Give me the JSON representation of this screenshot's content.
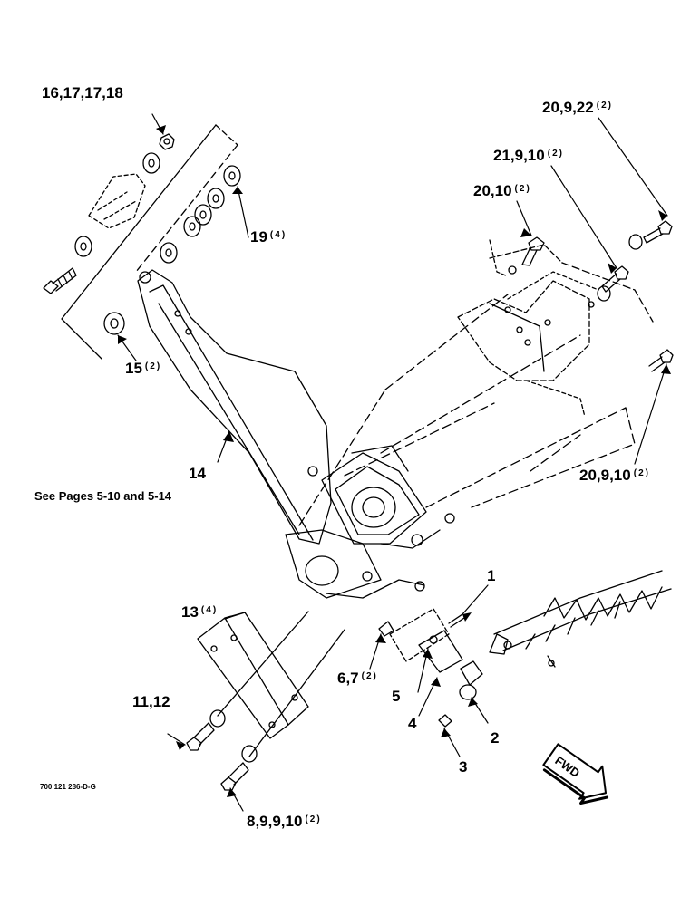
{
  "diagram": {
    "callouts": [
      {
        "id": "c-16",
        "text": "16,17,17,18",
        "qty": ""
      },
      {
        "id": "c-19",
        "text": "19",
        "qty": "(4)"
      },
      {
        "id": "c-15",
        "text": "15",
        "qty": "(2)"
      },
      {
        "id": "c-14",
        "text": "14",
        "qty": ""
      },
      {
        "id": "c-20-9-22",
        "text": "20,9,22",
        "qty": "(2)"
      },
      {
        "id": "c-21-9-10",
        "text": "21,9,10",
        "qty": "(2)"
      },
      {
        "id": "c-20-10",
        "text": "20,10",
        "qty": "(2)"
      },
      {
        "id": "c-20-9-10",
        "text": "20,9,10",
        "qty": "(2)"
      },
      {
        "id": "c-1",
        "text": "1",
        "qty": ""
      },
      {
        "id": "c-13",
        "text": "13",
        "qty": "(4)"
      },
      {
        "id": "c-6-7",
        "text": "6,7",
        "qty": "(2)"
      },
      {
        "id": "c-5",
        "text": "5",
        "qty": ""
      },
      {
        "id": "c-4",
        "text": "4",
        "qty": ""
      },
      {
        "id": "c-2",
        "text": "2",
        "qty": ""
      },
      {
        "id": "c-3",
        "text": "3",
        "qty": ""
      },
      {
        "id": "c-11-12",
        "text": "11,12",
        "qty": ""
      },
      {
        "id": "c-8-9",
        "text": "8,9,9,10",
        "qty": "(2)"
      }
    ],
    "see_pages_note": "See Pages 5-10 and 5-14",
    "drawing_id": "700 121 286-D-G",
    "fwd_label": "FWD"
  }
}
